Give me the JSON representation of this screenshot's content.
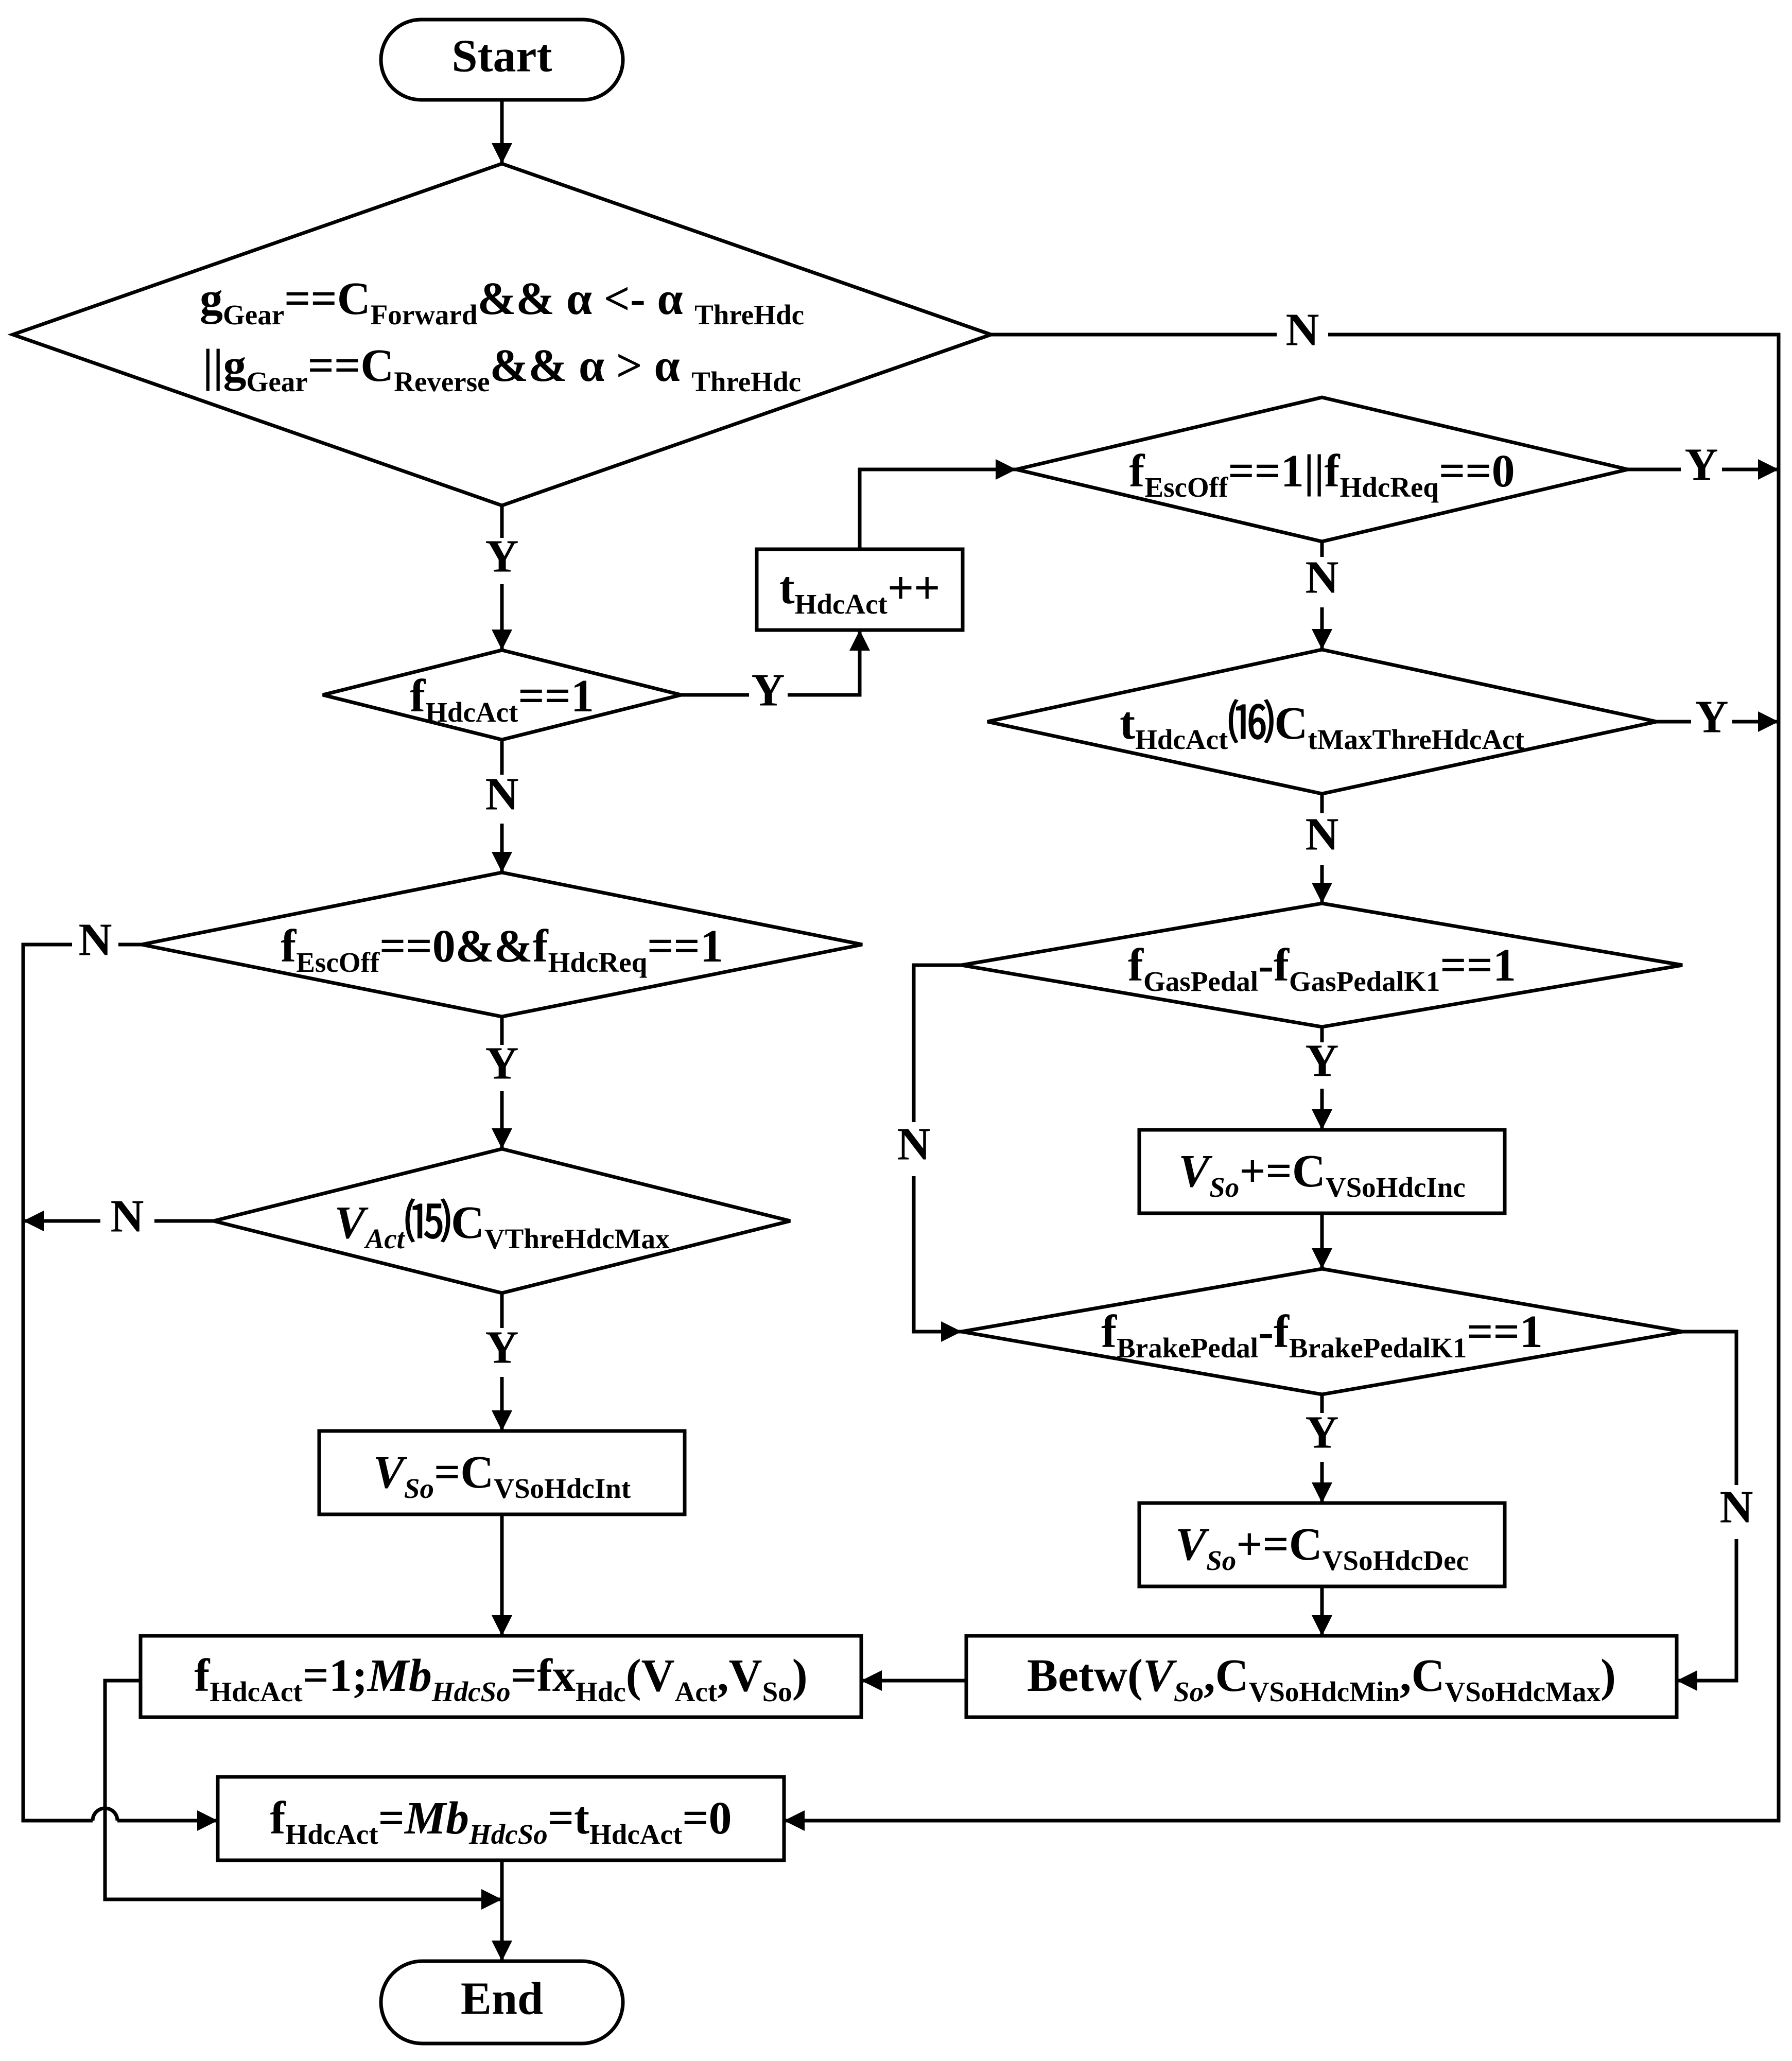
{
  "nodes": {
    "start": "Start",
    "end": "End",
    "gear_check": {
      "line1": [
        {
          "t": "g"
        },
        {
          "t": "Gear",
          "s": "sub"
        },
        {
          "t": "==C"
        },
        {
          "t": "Forward",
          "s": "sub"
        },
        {
          "t": "&& α <- α "
        },
        {
          "t": "ThreHdc",
          "s": "sub"
        }
      ],
      "line2": [
        {
          "t": "||g"
        },
        {
          "t": "Gear",
          "s": "sub"
        },
        {
          "t": "==C"
        },
        {
          "t": "Reverse",
          "s": "sub"
        },
        {
          "t": "&& α > α "
        },
        {
          "t": "ThreHdc",
          "s": "sub"
        }
      ]
    },
    "hdc_act_check": [
      {
        "t": "f"
      },
      {
        "t": "HdcAct",
        "s": "sub"
      },
      {
        "t": "==1"
      }
    ],
    "t_inc": [
      {
        "t": "t"
      },
      {
        "t": "HdcAct",
        "s": "sub"
      },
      {
        "t": "++"
      }
    ],
    "esc_off_or_req": [
      {
        "t": "f"
      },
      {
        "t": "EscOff",
        "s": "sub"
      },
      {
        "t": "==1||f"
      },
      {
        "t": "HdcReq",
        "s": "sub"
      },
      {
        "t": "==0"
      }
    ],
    "t_max_check": [
      {
        "t": "t"
      },
      {
        "t": "HdcAct",
        "s": "sub"
      },
      {
        "t": "⒃C"
      },
      {
        "t": "tMaxThreHdcAct",
        "s": "sub"
      }
    ],
    "esc_off_and_req": [
      {
        "t": "f"
      },
      {
        "t": "EscOff",
        "s": "sub"
      },
      {
        "t": "==0&&f"
      },
      {
        "t": "HdcReq",
        "s": "sub"
      },
      {
        "t": "==1"
      }
    ],
    "gas_pedal_check": [
      {
        "t": "f"
      },
      {
        "t": "GasPedal",
        "s": "sub"
      },
      {
        "t": "-f"
      },
      {
        "t": "GasPedalK1",
        "s": "sub"
      },
      {
        "t": "==1"
      }
    ],
    "vso_inc": [
      {
        "t": "V",
        "i": true
      },
      {
        "t": "So",
        "s": "sub",
        "i": true
      },
      {
        "t": "+=C"
      },
      {
        "t": "VSoHdcInc",
        "s": "sub"
      }
    ],
    "v_act_check": [
      {
        "t": "V",
        "i": true
      },
      {
        "t": "Act",
        "s": "sub",
        "i": true
      },
      {
        "t": "⒂C"
      },
      {
        "t": "VThreHdcMax",
        "s": "sub"
      }
    ],
    "brake_pedal_check": [
      {
        "t": "f"
      },
      {
        "t": "BrakePedal",
        "s": "sub"
      },
      {
        "t": "-f"
      },
      {
        "t": "BrakePedalK1",
        "s": "sub"
      },
      {
        "t": "==1"
      }
    ],
    "vso_init": [
      {
        "t": "V",
        "i": true
      },
      {
        "t": "So",
        "s": "sub",
        "i": true
      },
      {
        "t": "=C"
      },
      {
        "t": "VSoHdcInt",
        "s": "sub"
      }
    ],
    "vso_dec": [
      {
        "t": "V",
        "i": true
      },
      {
        "t": "So",
        "s": "sub",
        "i": true
      },
      {
        "t": "+=C"
      },
      {
        "t": "VSoHdcDec",
        "s": "sub"
      }
    ],
    "activate": [
      {
        "t": "f"
      },
      {
        "t": "HdcAct",
        "s": "sub"
      },
      {
        "t": "=1;"
      },
      {
        "t": "Mb",
        "i": true
      },
      {
        "t": "HdcSo",
        "s": "sub",
        "i": true
      },
      {
        "t": "=fx"
      },
      {
        "t": "Hdc",
        "s": "sub"
      },
      {
        "t": "(V"
      },
      {
        "t": "Act",
        "s": "sub"
      },
      {
        "t": ",V"
      },
      {
        "t": "So",
        "s": "sub"
      },
      {
        "t": ")"
      }
    ],
    "betw": [
      {
        "t": "Betw("
      },
      {
        "t": "V",
        "i": true
      },
      {
        "t": "So",
        "s": "sub",
        "i": true
      },
      {
        "t": ",C"
      },
      {
        "t": "VSoHdcMin",
        "s": "sub"
      },
      {
        "t": ",C"
      },
      {
        "t": "VSoHdcMax",
        "s": "sub"
      },
      {
        "t": ")"
      }
    ],
    "reset": [
      {
        "t": "f"
      },
      {
        "t": "HdcAct",
        "s": "sub"
      },
      {
        "t": "="
      },
      {
        "t": "Mb",
        "i": true
      },
      {
        "t": "HdcSo",
        "s": "sub",
        "i": true
      },
      {
        "t": "=t"
      },
      {
        "t": "HdcAct",
        "s": "sub"
      },
      {
        "t": "=0"
      }
    ]
  },
  "edge_labels": {
    "gear_no": "N",
    "gear_yes": "Y",
    "hdc_act_yes": "Y",
    "hdc_act_no": "N",
    "esc_or_yes": "Y",
    "esc_or_no": "N",
    "tmax_yes": "Y",
    "tmax_no": "N",
    "esc_and_no": "N",
    "esc_and_yes": "Y",
    "gas_yes": "Y",
    "gas_no": "N",
    "vact_no": "N",
    "vact_yes": "Y",
    "brake_yes": "Y",
    "brake_no": "N"
  }
}
